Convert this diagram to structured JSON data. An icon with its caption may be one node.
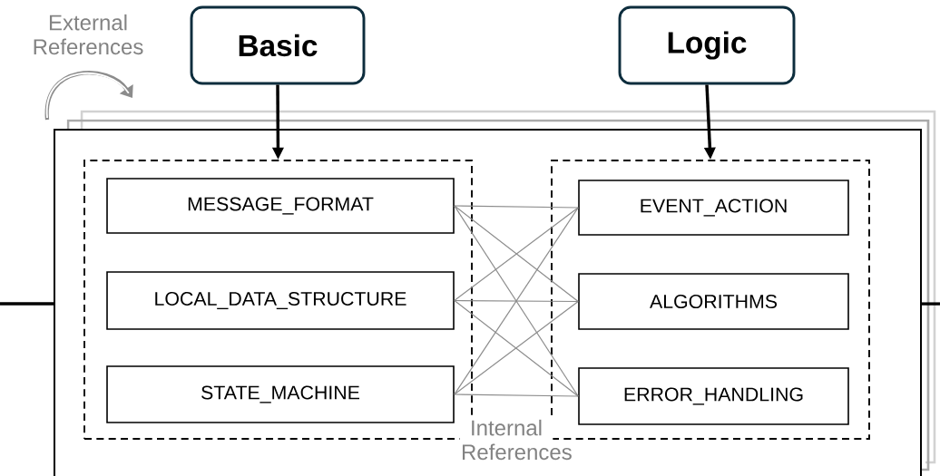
{
  "diagram": {
    "nodes": [
      {
        "text": [
          "Basic"
        ]
      },
      {
        "text": [
          "Logic"
        ]
      },
      {
        "text": [],
        "shape": "box"
      },
      {
        "text": [],
        "shape": "box",
        "in": 2
      },
      {
        "text": [],
        "shape": "box",
        "in": 2
      },
      {
        "text": [
          "MESSAGE_FORMAT"
        ],
        "in": 3
      },
      {
        "text": [
          "LOCAL_DATA_STRUCTURE"
        ],
        "in": 3
      },
      {
        "text": [
          "STATE_MACHINE"
        ],
        "in": 3
      },
      {
        "text": [
          "EVENT_ACTION"
        ],
        "in": 4
      },
      {
        "text": [
          "ALGORITHMS"
        ],
        "in": 4
      },
      {
        "text": [
          "ERROR_HANDLING"
        ],
        "in": 4
      }
    ],
    "edges": [
      {
        "from": 0,
        "to": 3,
        "arrow": "to",
        "style": "thick",
        "color": "#000000"
      },
      {
        "from": 1,
        "to": 4,
        "arrow": "to",
        "style": "thick",
        "color": "#000000"
      },
      {
        "from": 5,
        "to": 8,
        "arrow": "none"
      },
      {
        "from": 5,
        "to": 9,
        "arrow": "none"
      },
      {
        "from": 5,
        "to": 10,
        "arrow": "none"
      },
      {
        "from": 6,
        "to": 8,
        "arrow": "none"
      },
      {
        "from": 6,
        "to": 9,
        "arrow": "none"
      },
      {
        "from": 6,
        "to": 10,
        "arrow": "none"
      },
      {
        "from": 7,
        "to": 8,
        "arrow": "none"
      },
      {
        "from": 7,
        "to": 9,
        "arrow": "none"
      },
      {
        "from": 7,
        "to": 10,
        "arrow": "none"
      }
    ],
    "labels": [
      "External References",
      "Internal References"
    ]
  }
}
